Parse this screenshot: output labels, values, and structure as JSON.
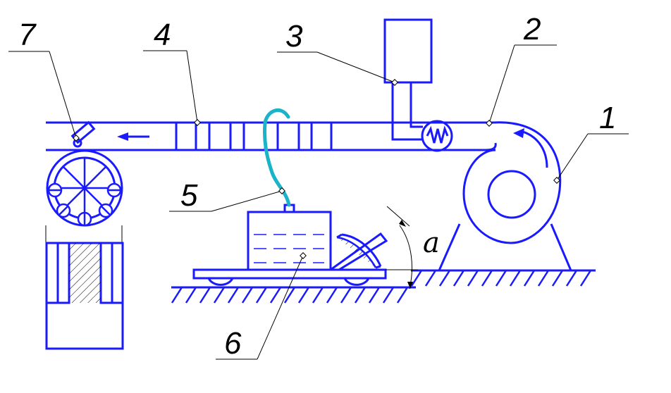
{
  "diagram": {
    "callouts": [
      {
        "id": "1",
        "text": "1"
      },
      {
        "id": "2",
        "text": "2"
      },
      {
        "id": "3",
        "text": "3"
      },
      {
        "id": "4",
        "text": "4"
      },
      {
        "id": "5",
        "text": "5"
      },
      {
        "id": "6",
        "text": "6"
      },
      {
        "id": "7",
        "text": "7"
      }
    ],
    "angle_label": "a",
    "colors": {
      "outline": "#1a1aff",
      "hose": "#1ab3c8",
      "leader": "#000000",
      "background": "#ffffff"
    }
  }
}
